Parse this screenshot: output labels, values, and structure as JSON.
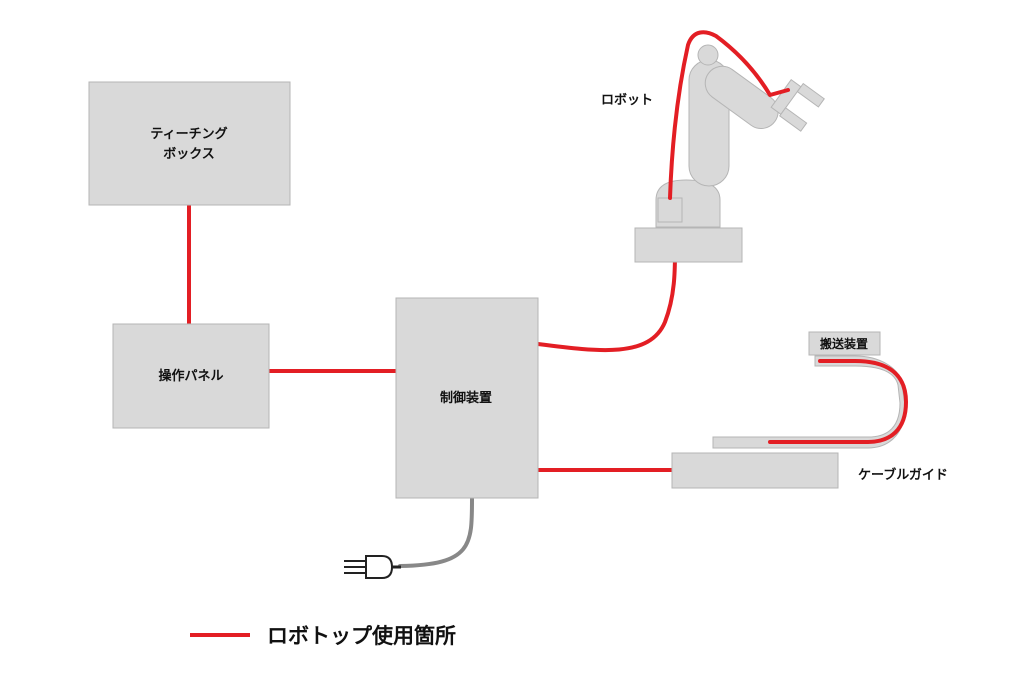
{
  "colors": {
    "robot_cable": "#e31e24",
    "power_cable": "#888888",
    "box_fill": "#d9d9d9",
    "box_stroke": "#b5b5b5"
  },
  "nodes": {
    "teaching_box": {
      "line1": "ティーチング",
      "line2": "ボックス"
    },
    "operation_panel": {
      "label": "操作パネル"
    },
    "controller": {
      "label": "制御装置"
    },
    "robot": {
      "label": "ロボット"
    },
    "transport_device": {
      "label": "搬送装置"
    },
    "cable_guide": {
      "label": "ケーブルガイド"
    }
  },
  "icons": {
    "power_plug": "power-plug-icon"
  },
  "legend": {
    "label": "ロボトップ使用箇所"
  }
}
